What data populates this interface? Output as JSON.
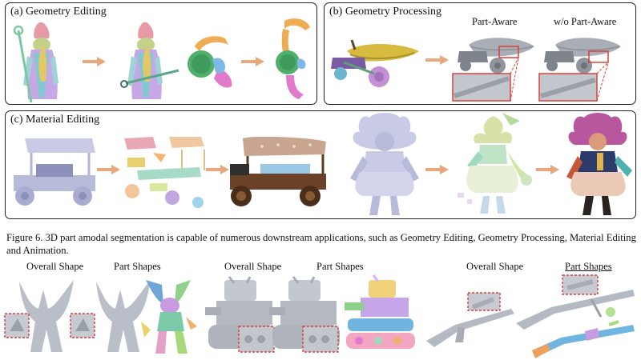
{
  "panels": {
    "a": {
      "title": "(a) Geometry Editing"
    },
    "b": {
      "title": "(b) Geometry Processing",
      "label_part_aware": "Part-Aware",
      "label_wo_part_aware": "w/o Part-Aware"
    },
    "c": {
      "title": "(c) Material Editing"
    }
  },
  "caption": "Figure 6. 3D part amodal segmentation is capable of numerous downstream applications, such as Geometry Editing, Geometry Processing, Material Editing and Animation.",
  "bottom": {
    "labels": [
      {
        "overall": "Overall Shape",
        "parts": "Part Shapes"
      },
      {
        "overall": "Overall Shape",
        "parts": "Part Shapes"
      },
      {
        "overall": "Overall Shape",
        "parts": "Part Shapes"
      }
    ]
  },
  "colors": {
    "arrow": "#e8a77c",
    "callout": "#d9413a",
    "gray_model": "#b7bcc6",
    "lavender_model": "#c9cbe6"
  }
}
